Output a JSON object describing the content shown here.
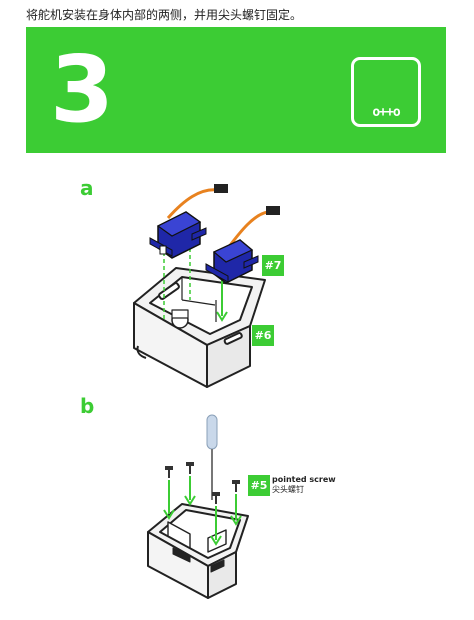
{
  "instruction": "将舵机安装在身体内部的两侧，并用尖头螺钉固定。",
  "step": {
    "number": "3",
    "logo_text": "o++o"
  },
  "sections": {
    "a": "a",
    "b": "b"
  },
  "parts": {
    "servo_badge": "#7",
    "body_badge": "#6",
    "screw_badge": "#5",
    "screw_name_en": "pointed screw",
    "screw_name_cn": "尖头螺钉"
  },
  "colors": {
    "accent": "#3ccc34",
    "servo_blue": "#1f27a8",
    "wire_orange": "#e8821f"
  },
  "icons": [
    "servo-motor-icon",
    "body-box-icon",
    "screwdriver-icon",
    "screw-icon",
    "arrow-down-icon"
  ]
}
